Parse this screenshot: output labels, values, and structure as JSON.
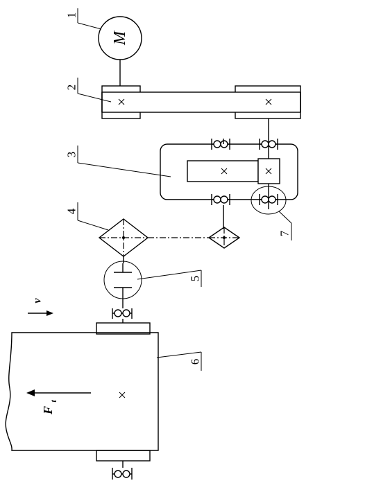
{
  "labels": {
    "motor_symbol": "M",
    "part1": "1",
    "part2": "2",
    "part3": "3",
    "part4": "4",
    "part5": "5",
    "part6": "6",
    "part7": "7",
    "velocity": "v",
    "force": "F",
    "force_sub": "t"
  }
}
